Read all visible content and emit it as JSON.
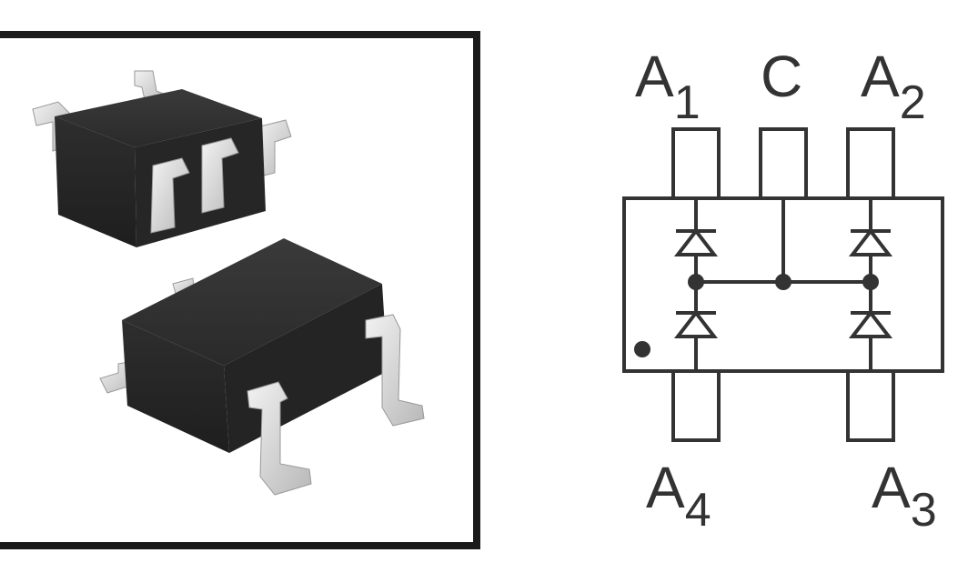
{
  "schematic": {
    "pins": {
      "a1": {
        "letter": "A",
        "sub": "1"
      },
      "c": {
        "letter": "C"
      },
      "a2": {
        "letter": "A",
        "sub": "2"
      },
      "a4": {
        "letter": "A",
        "sub": "4"
      },
      "a3": {
        "letter": "A",
        "sub": "3"
      }
    }
  },
  "colors": {
    "package_body": "#2b2b2b",
    "lead_metal": "#d8d8d8",
    "frame": "#1a1a1a",
    "schematic_line": "#333333"
  }
}
